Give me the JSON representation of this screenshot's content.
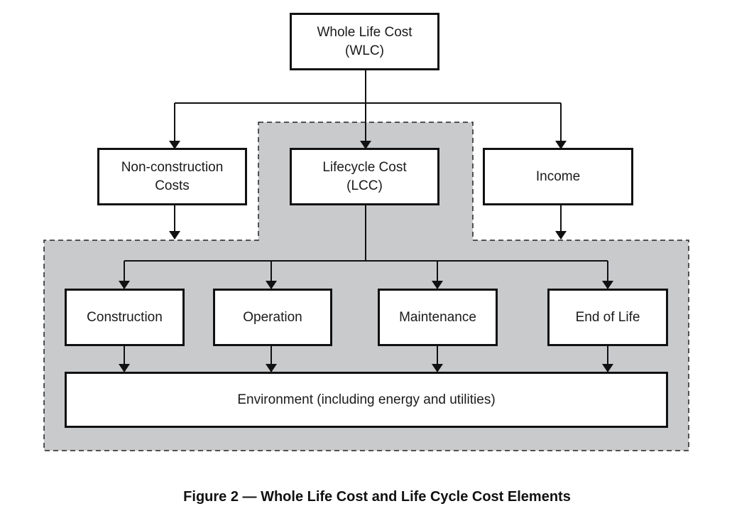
{
  "colors": {
    "shade": "#c9cacc",
    "line": "#111111",
    "box_fill": "#ffffff"
  },
  "nodes": {
    "wlc": "Whole Life Cost\n(WLC)",
    "non_construction": "Non-construction\nCosts",
    "lcc": "Lifecycle Cost\n(LCC)",
    "income": "Income",
    "construction": "Construction",
    "operation": "Operation",
    "maintenance": "Maintenance",
    "end_of_life": "End of Life",
    "environment": "Environment (including energy and utilities)"
  },
  "caption": "Figure 2 — Whole Life Cost and Life Cycle Cost Elements"
}
